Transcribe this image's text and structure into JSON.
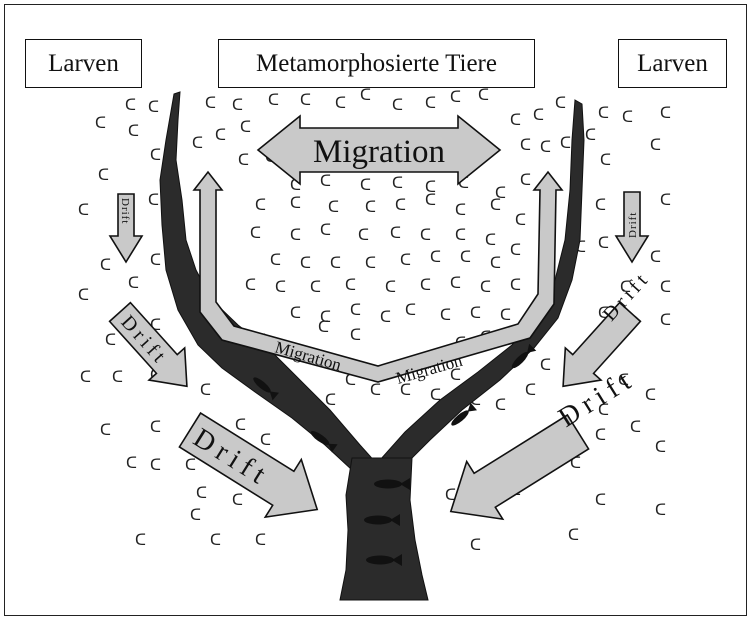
{
  "labels": {
    "larvae_left": "Larven",
    "metamorphosed": "Metamorphosierte Tiere",
    "larvae_right": "Larven"
  },
  "arrows": {
    "migration_top": "Migration",
    "migration_left": "Migration",
    "migration_right": "Migration",
    "drift_small_left": "Drift",
    "drift_small_right": "Drift",
    "drift_mid_left": "Drift",
    "drift_mid_right": "Drift",
    "drift_big_left": "Drift",
    "drift_big_right": "Drift"
  },
  "symbols": {
    "larva_glyph": "ᑕ"
  },
  "colors": {
    "arrow_fill": "#c9c9c9",
    "river": "#2b2b2b",
    "outline": "#111111"
  }
}
